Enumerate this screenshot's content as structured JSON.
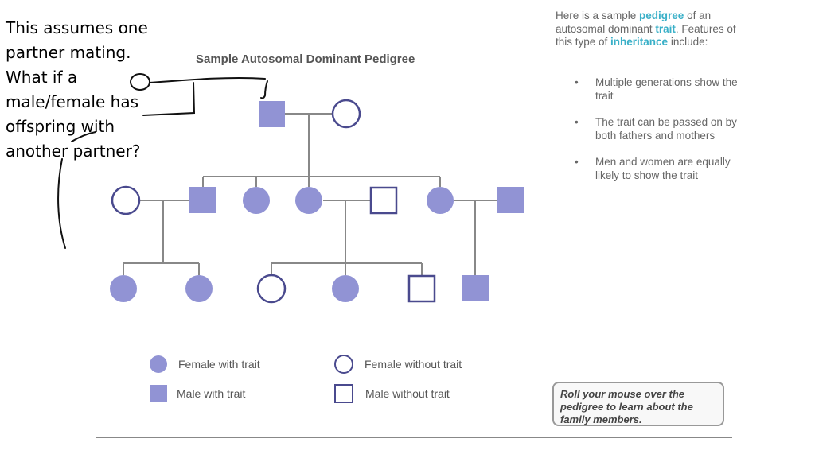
{
  "note": {
    "lines": [
      "This assumes one",
      "partner mating.",
      "What if a",
      "male/female has",
      "offspring with",
      "another partner?"
    ]
  },
  "pedigree": {
    "title": "Sample Autosomal Dominant Pedigree",
    "colors": {
      "affected": "#9193d4",
      "outline": "#4a4a8e",
      "line": "#888888"
    }
  },
  "description": {
    "part1": "Here is a sample ",
    "kw1": "pedigree",
    "part2": " of an autosomal dominant ",
    "kw2": "trait",
    "part3": ". Features of this type of ",
    "kw3": "inheritance",
    "part4": " include:",
    "bullets": [
      "Multiple generations show the trait",
      "The trait can be passed on by both fathers and mothers",
      "Men and women are equally likely to show the trait"
    ]
  },
  "legend": {
    "female_with": "Female with trait",
    "female_without": "Female without trait",
    "male_with": "Male with trait",
    "male_without": "Male without trait"
  },
  "rollover_hint": "Roll your mouse over the pedigree to learn about the family members."
}
